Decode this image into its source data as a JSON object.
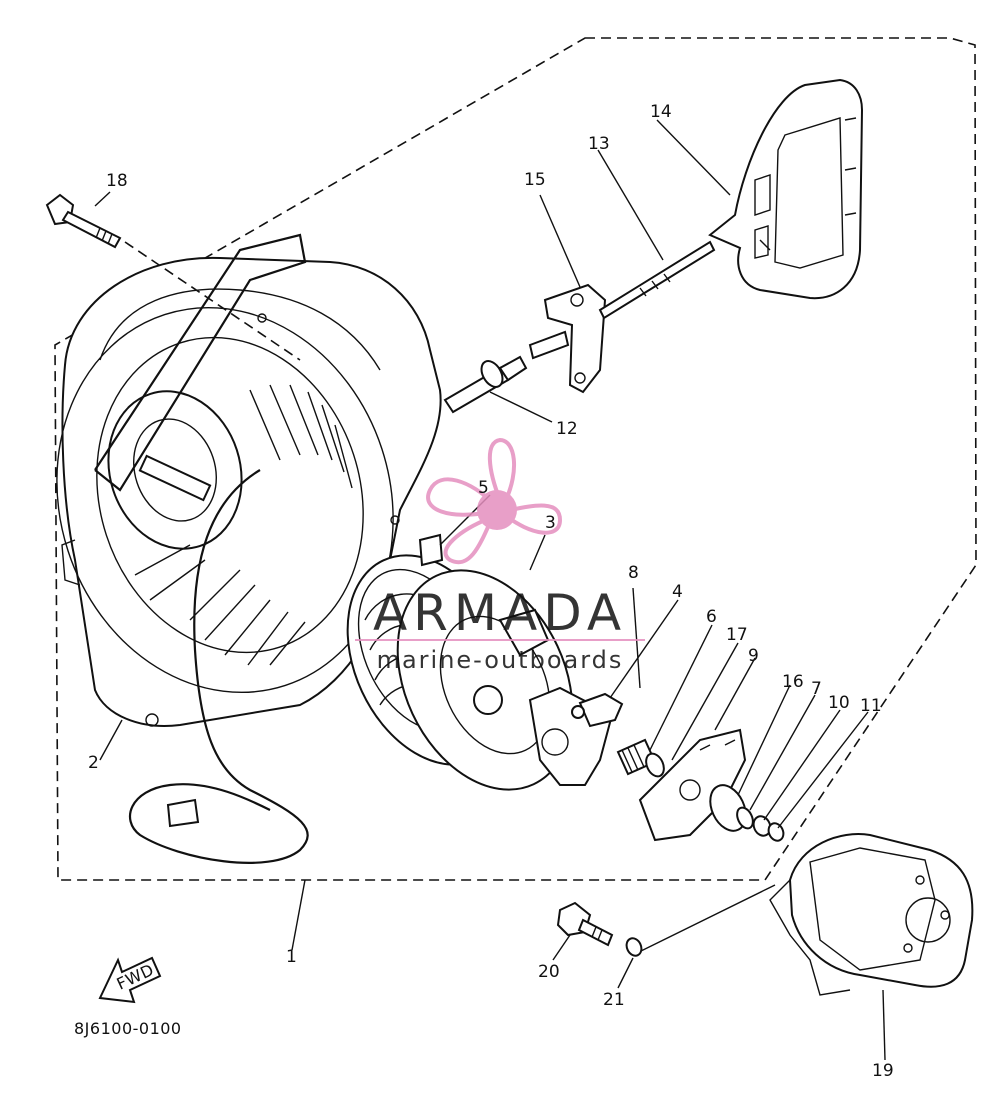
{
  "diagram": {
    "callouts": [
      {
        "id": "1",
        "text": "1"
      },
      {
        "id": "2",
        "text": "2"
      },
      {
        "id": "3",
        "text": "3"
      },
      {
        "id": "4",
        "text": "4"
      },
      {
        "id": "5",
        "text": "5"
      },
      {
        "id": "6",
        "text": "6"
      },
      {
        "id": "7",
        "text": "7"
      },
      {
        "id": "8",
        "text": "8"
      },
      {
        "id": "9",
        "text": "9"
      },
      {
        "id": "10",
        "text": "10"
      },
      {
        "id": "11",
        "text": "11"
      },
      {
        "id": "12",
        "text": "12"
      },
      {
        "id": "13",
        "text": "13"
      },
      {
        "id": "14",
        "text": "14"
      },
      {
        "id": "15",
        "text": "15"
      },
      {
        "id": "16",
        "text": "16"
      },
      {
        "id": "17",
        "text": "17"
      },
      {
        "id": "18",
        "text": "18"
      },
      {
        "id": "19",
        "text": "19"
      },
      {
        "id": "20",
        "text": "20"
      },
      {
        "id": "21",
        "text": "21"
      }
    ],
    "fwd_label": "FWD",
    "drawing_number": "8J6100-0100"
  },
  "watermark": {
    "main": "ARMADA",
    "sub": "marine-outboards",
    "color": "#e58fbf"
  },
  "colors": {
    "line": "#111111",
    "background": "#ffffff"
  }
}
